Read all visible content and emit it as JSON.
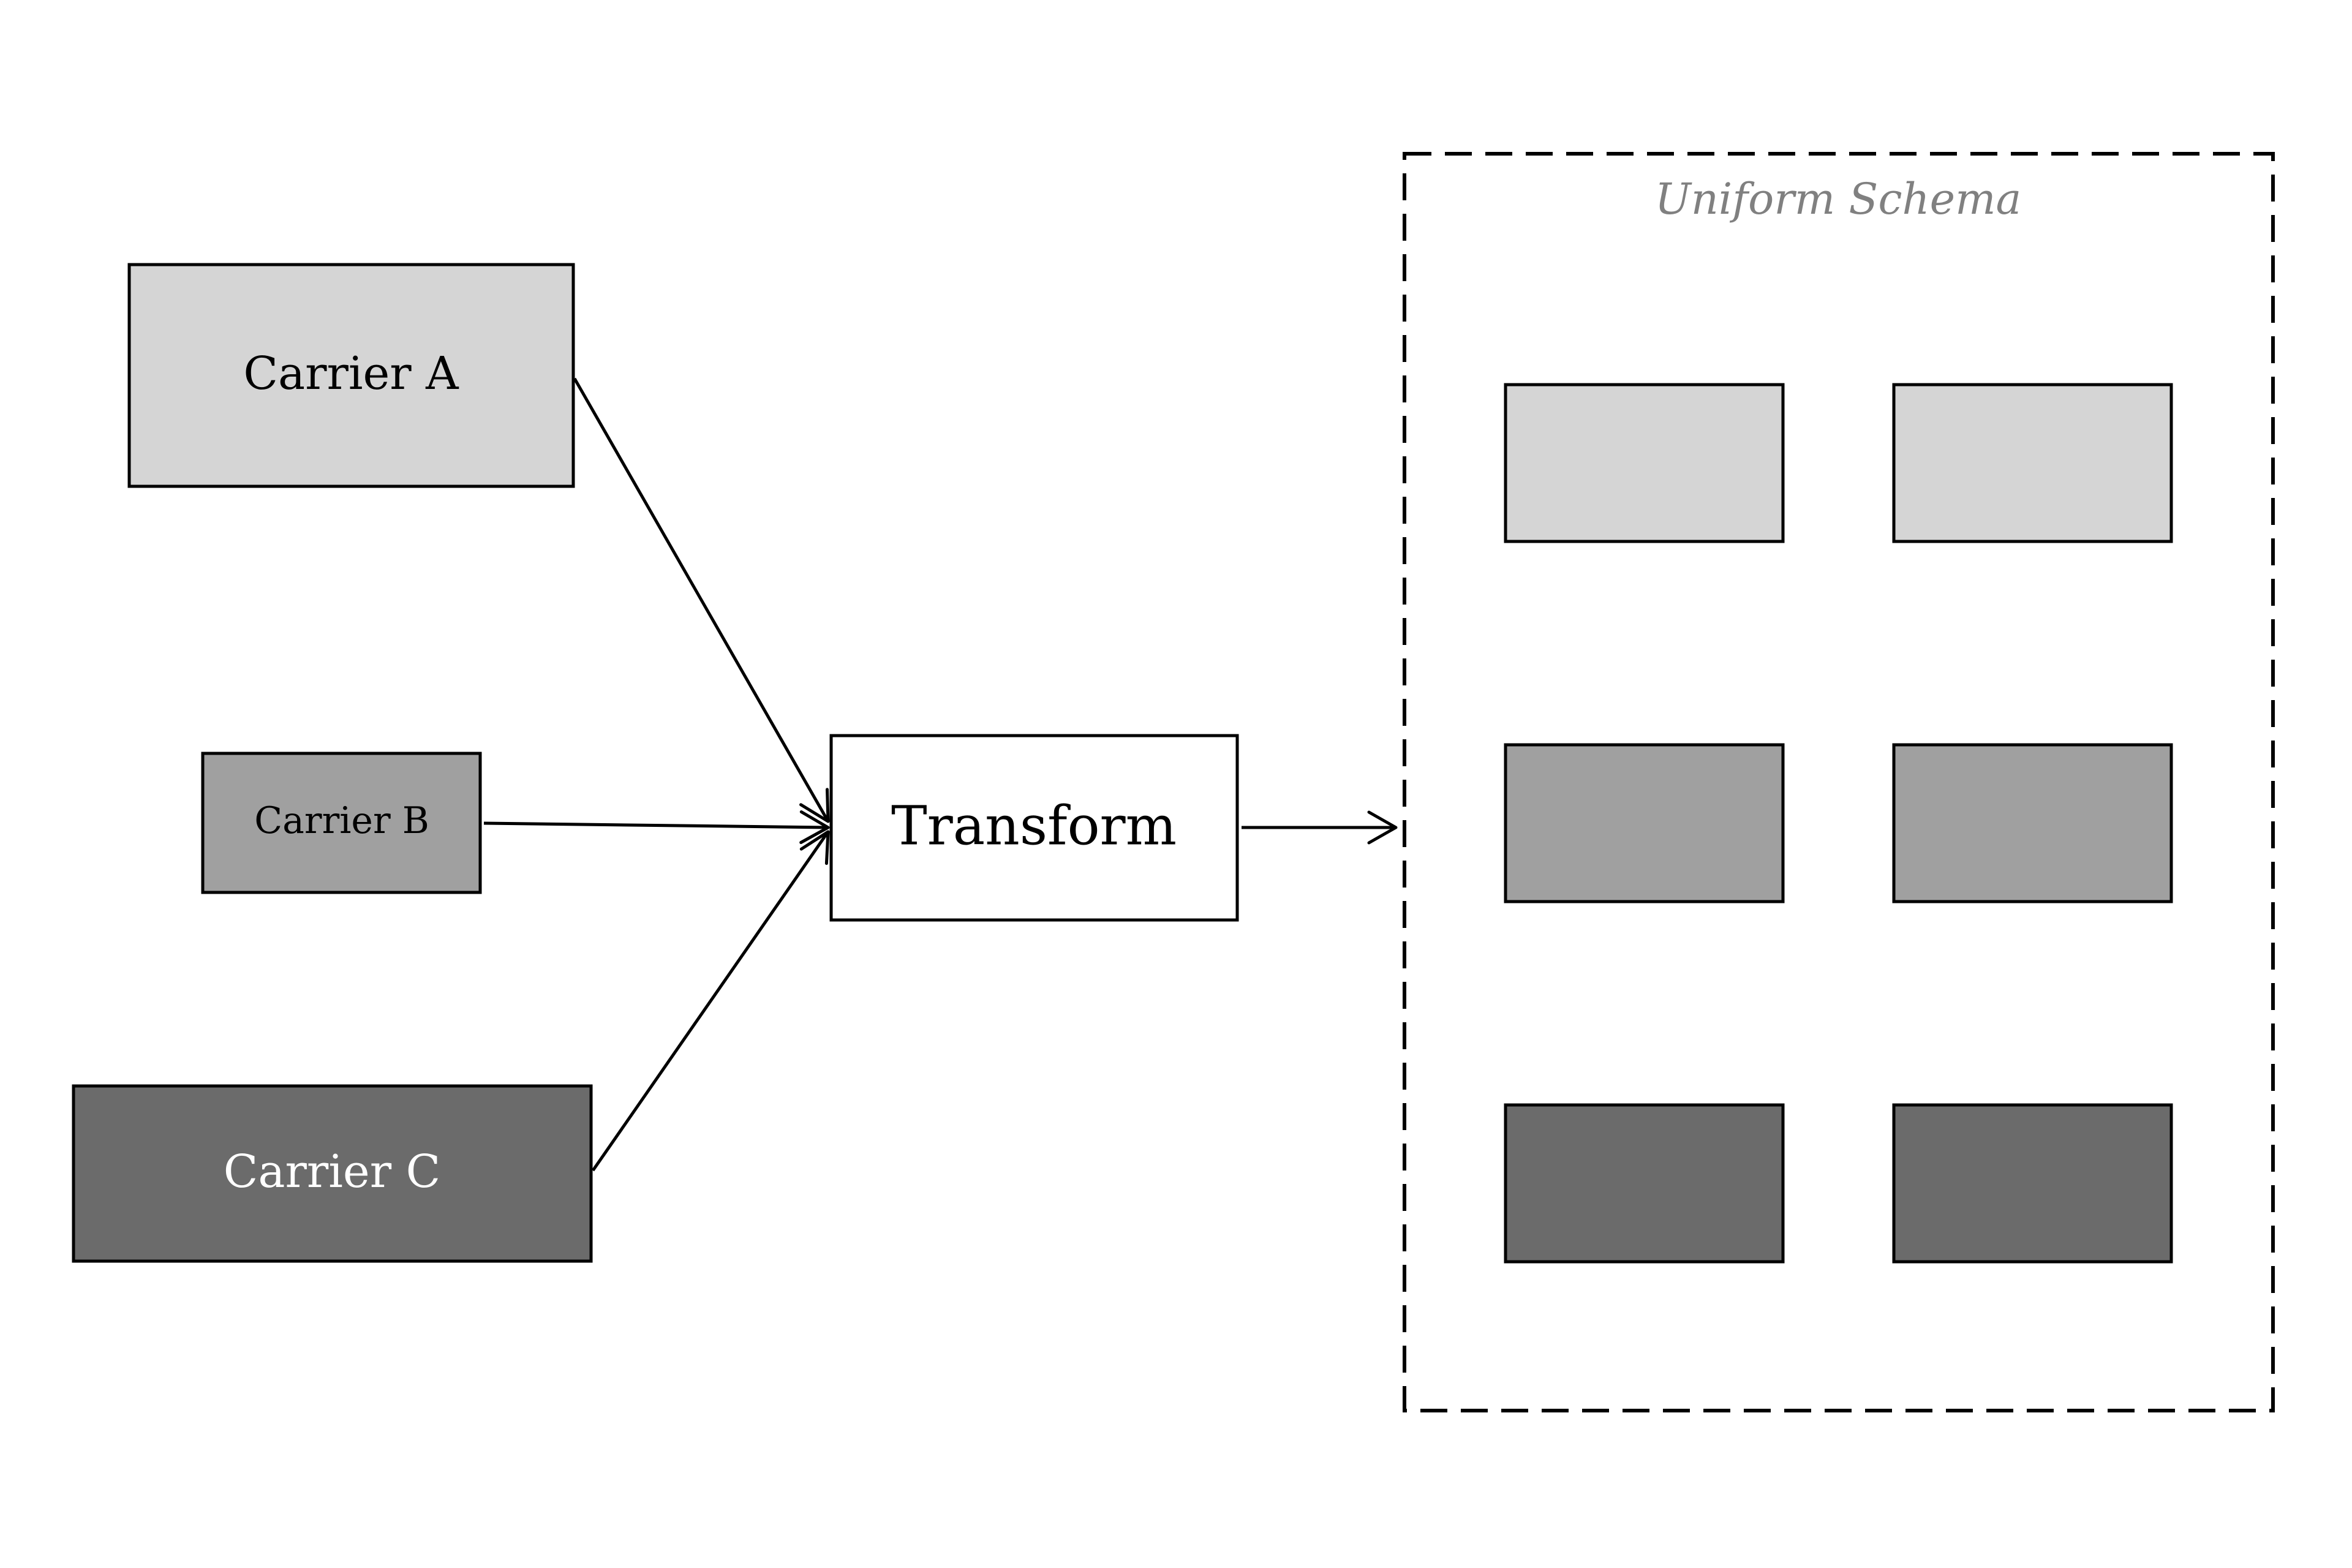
{
  "nodes": {
    "carrier_a": {
      "label": "Carrier A",
      "fill": "#d5d5d5",
      "text_color": "#000000"
    },
    "carrier_b": {
      "label": "Carrier B",
      "fill": "#a0a0a0",
      "text_color": "#000000"
    },
    "carrier_c": {
      "label": "Carrier C",
      "fill": "#6b6b6b",
      "text_color": "#ffffff"
    },
    "transform": {
      "label": "Transform",
      "fill": "#ffffff",
      "text_color": "#000000"
    }
  },
  "group": {
    "title": "Uniform Schema",
    "title_color": "#808080",
    "cells": [
      {
        "fill": "#d5d5d5"
      },
      {
        "fill": "#d5d5d5"
      },
      {
        "fill": "#a0a0a0"
      },
      {
        "fill": "#a0a0a0"
      },
      {
        "fill": "#6b6b6b"
      },
      {
        "fill": "#6b6b6b"
      }
    ]
  },
  "edges": [
    {
      "from": "Carrier A",
      "to": "Transform"
    },
    {
      "from": "Carrier B",
      "to": "Transform"
    },
    {
      "from": "Carrier C",
      "to": "Transform"
    },
    {
      "from": "Transform",
      "to": "Uniform Schema"
    }
  ]
}
